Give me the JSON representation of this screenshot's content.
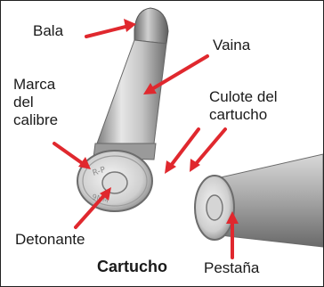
{
  "labels": {
    "bullet": "Bala",
    "case": "Vaina",
    "caliber_mark": "Marca\ndel\ncalibre",
    "case_head": "Culote del\ncartucho",
    "primer": "Detonante",
    "rim": "Pestaña"
  },
  "title": "Cartucho",
  "colors": {
    "arrow": "#e0282e",
    "text": "#1a1a1a",
    "metal_light": "#e9e9e9",
    "metal_dark": "#8f8f8f"
  },
  "headstamp_text": "R-P 9MM LUGER"
}
